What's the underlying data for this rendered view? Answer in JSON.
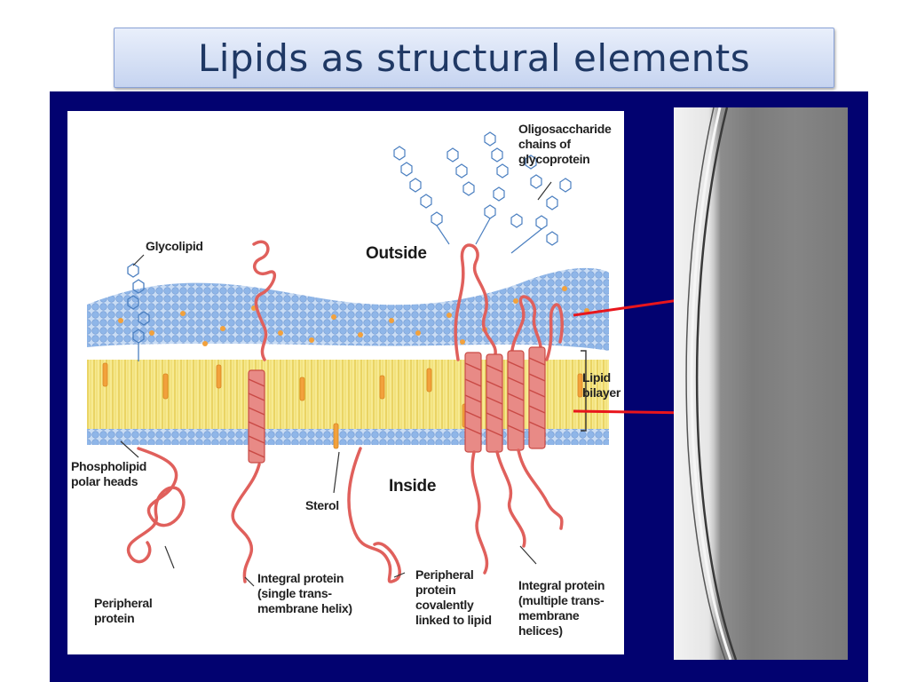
{
  "slide": {
    "title": "Lipids as structural elements"
  },
  "diagram": {
    "labels": {
      "oligosaccharide": "Oligosaccharide\nchains of\nglycoprotein",
      "glycolipid": "Glycolipid",
      "outside": "Outside",
      "lipid_bilayer": "Lipid\nbilayer",
      "phospholipid": "Phospholipid\npolar heads",
      "inside": "Inside",
      "sterol": "Sterol",
      "peripheral_protein": "Peripheral\nprotein",
      "integral_single": "Integral protein\n(single trans-\nmembrane helix)",
      "peripheral_covalent": "Peripheral\nprotein\ncovalently\nlinked to lipid",
      "integral_multiple": "Integral protein\n(multiple trans-\nmembrane helices)"
    },
    "colors": {
      "panel_bg": "#020270",
      "head_blue": "#9cc0ec",
      "tail_yellow": "#f3e27a",
      "protein_red": "#e0605c",
      "cholesterol_orange": "#f2a13c",
      "connector_red": "#e8151c"
    }
  }
}
